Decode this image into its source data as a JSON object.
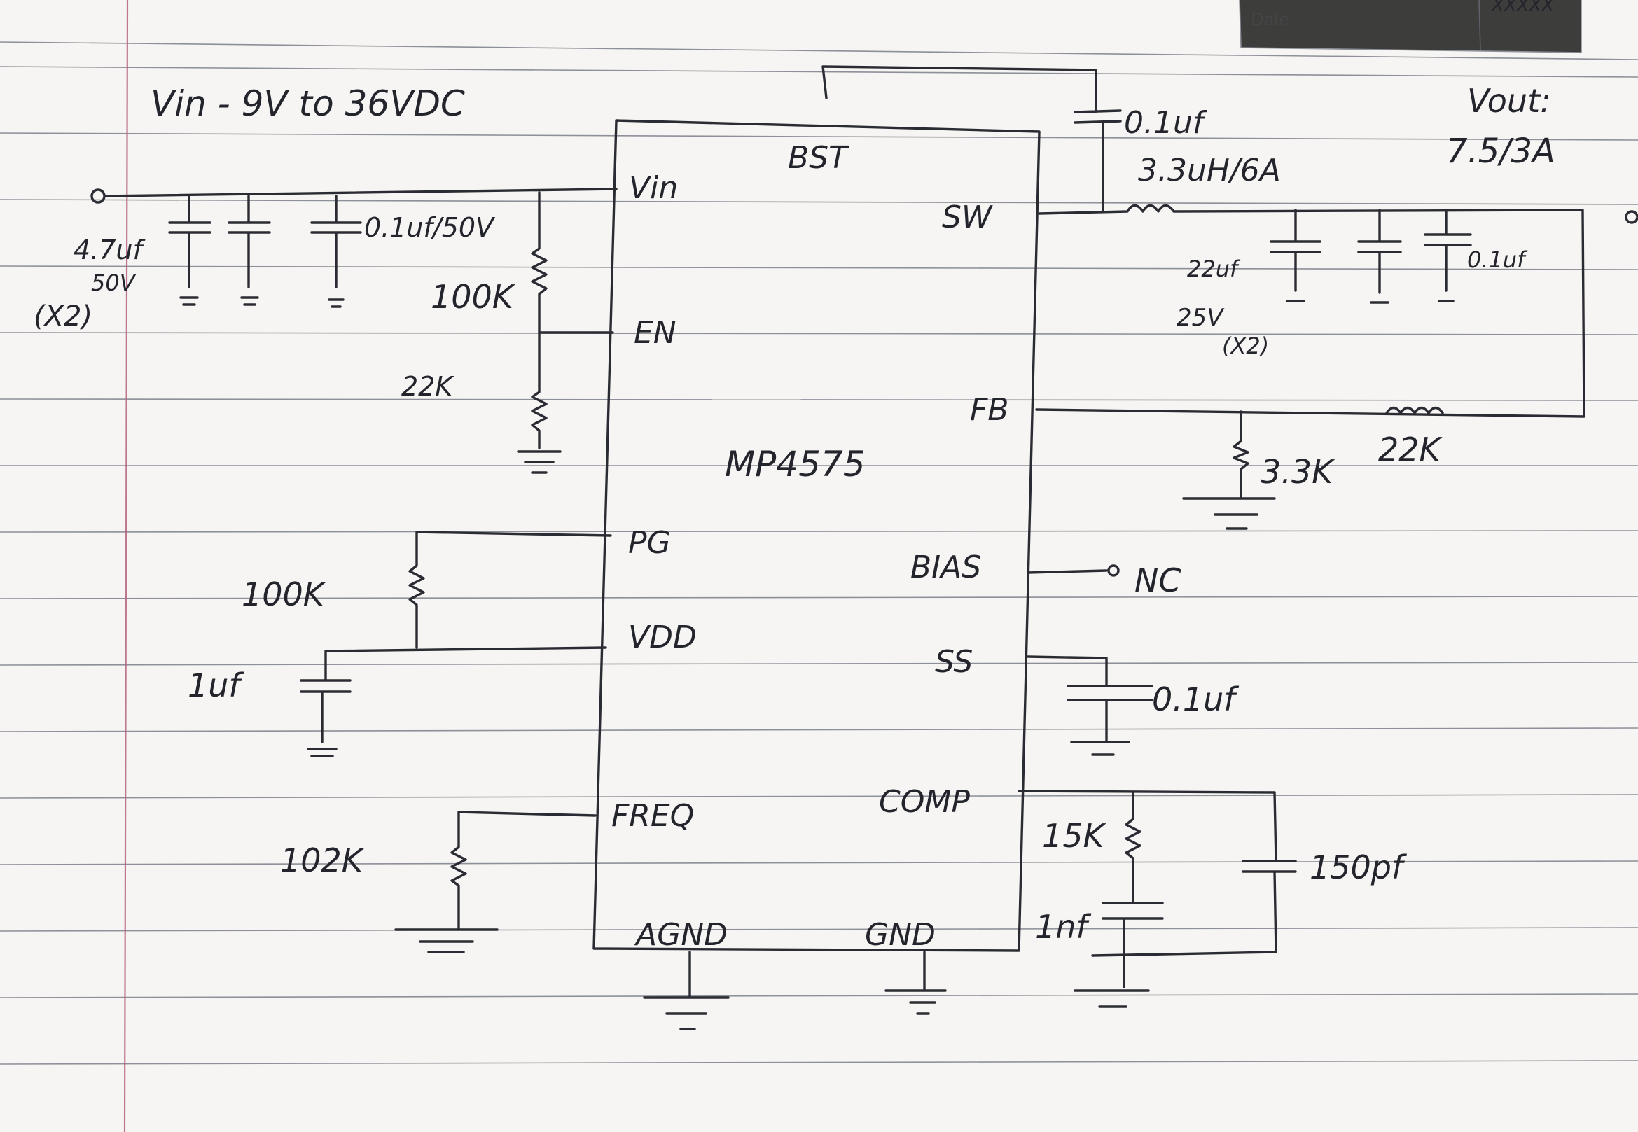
{
  "date_label": "Date",
  "corner_mark": "XXXXX",
  "ic": {
    "name": "MP4575",
    "pins_left": [
      "Vin",
      "EN",
      "PG",
      "VDD",
      "FREQ",
      "AGND"
    ],
    "pins_right": [
      "BST",
      "SW",
      "FB",
      "BIAS",
      "SS",
      "COMP",
      "GND"
    ]
  },
  "notes": {
    "vin_range": "Vin - 9V to 36VDC",
    "vout_label": "Vout:",
    "vout_value": "7.5/3A",
    "nc": "NC"
  },
  "components": {
    "c_in_bulk": "4.7uf",
    "c_in_bulk_v": "50V",
    "c_in_bulk_qty": "(X2)",
    "c_in_hf": "0.1uf/50V",
    "r_en_top": "100K",
    "r_en_bot": "22K",
    "r_pg": "100K",
    "c_vdd": "1uf",
    "r_freq": "102K",
    "c_bst": "0.1uf",
    "l_out": "3.3uH/6A",
    "c_out_bulk": "22uf",
    "c_out_bulk_v": "25V",
    "c_out_bulk_qty": "(X2)",
    "c_out_hf": "0.1uf",
    "r_fb_top": "22K",
    "r_fb_bot": "3.3K",
    "c_ss": "0.1uf",
    "r_comp": "15K",
    "c_comp": "1nf",
    "c_comp_hf": "150pf"
  }
}
